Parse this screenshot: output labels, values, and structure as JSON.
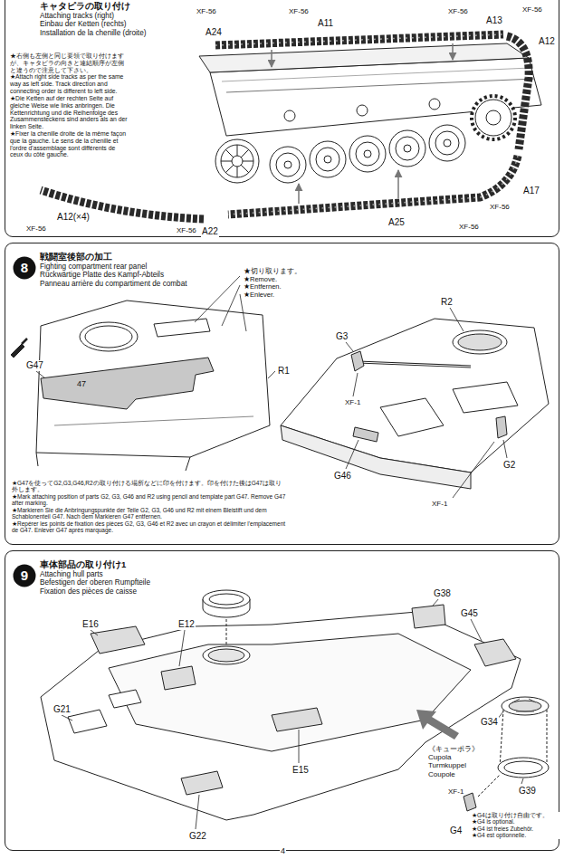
{
  "diagram": {
    "nodes": [
      {
        "text": [
          "キャタピラの取り付け",
          "Attaching tracks (right)",
          "Einbau der Ketten (rechts)",
          "Installation de la chenille (droite)"
        ]
      },
      {
        "text": [
          "戦闘室後部の加工",
          "Fighting compartment rear panel",
          "Rückwärtige Platte des Kampf-Abteils",
          "Panneau arrière du compartiment de combat"
        ]
      },
      {
        "text": [
          "8"
        ],
        "in": 1
      },
      {
        "text": [
          "車体部品の取り付け1",
          "Attaching hull parts",
          "Befestigen der oberen Rumpfteile",
          "Fixation des pièces de caisse"
        ]
      },
      {
        "text": [
          "9"
        ],
        "in": 3
      }
    ],
    "labels": [
      "XF-56",
      "A24",
      "XF-56",
      "A11",
      "XF-56",
      "A13",
      "XF-56",
      "A12",
      "A17",
      "XF-56",
      "A12(×4)",
      "XF-56",
      "XF-56",
      "A22",
      "A25",
      "XF-56",
      "★右側も左側と同じ要領で取り付けますが、キャタピラの向きと連結順序が左側と違うので注意して下さい。",
      "★Attach right side tracks as per the same way as left side. Track direction and connecting order is different to left side.",
      "★Die Ketten auf der rechten Seite auf gleiche Weise wie links anbringen. Die Kettenrichtung und die Reihenfolge des Zusammensteckens sind anders als an der linken Seite.",
      "★Fixer la chenille droite de la même façon que la gauche. Le sens de la chenille et l'ordre d'assemblage sont différents de ceux du côté gauche.",
      "★切り取ります。",
      "★Remove.",
      "★Entfernen.",
      "★Enlever.",
      "G47",
      "47",
      "R1",
      "R2",
      "G3",
      "XF-1",
      "G46",
      "G2",
      "XF-1",
      "★G47を使ってG2,G3,G46,R2の取り付ける場所などに印を付けます。印を付けた後はG47は取り外します。",
      "★Mark attaching position of parts G2, G3, G46 and R2 using pencil and template part G47. Remove G47 after marking.",
      "★Markieren Sie die Anbringungspunkte der Teile G2, G3, G46 und R2 mit einem Bleistift und dem Schablonenteil G47. Nach dem Markieren G47 entfernen.",
      "★Repérer les points de fixation des pièces G2, G3, G46 et R2 avec un crayon et délimiter l'emplacement de G47. Enlever G47 après marquage.",
      "G38",
      "E16",
      "E12",
      "G45",
      "G21",
      "E15",
      "G22",
      "G34",
      "《キューポラ》",
      "Cupola",
      "Turmkuppel",
      "Coupole",
      "XF-1",
      "G39",
      "G4",
      "★G4は取り付け自由です。",
      "★G4 is optional.",
      "★G4 ist freies Zubehör.",
      "★G4 est optionnelle.",
      "4"
    ]
  }
}
